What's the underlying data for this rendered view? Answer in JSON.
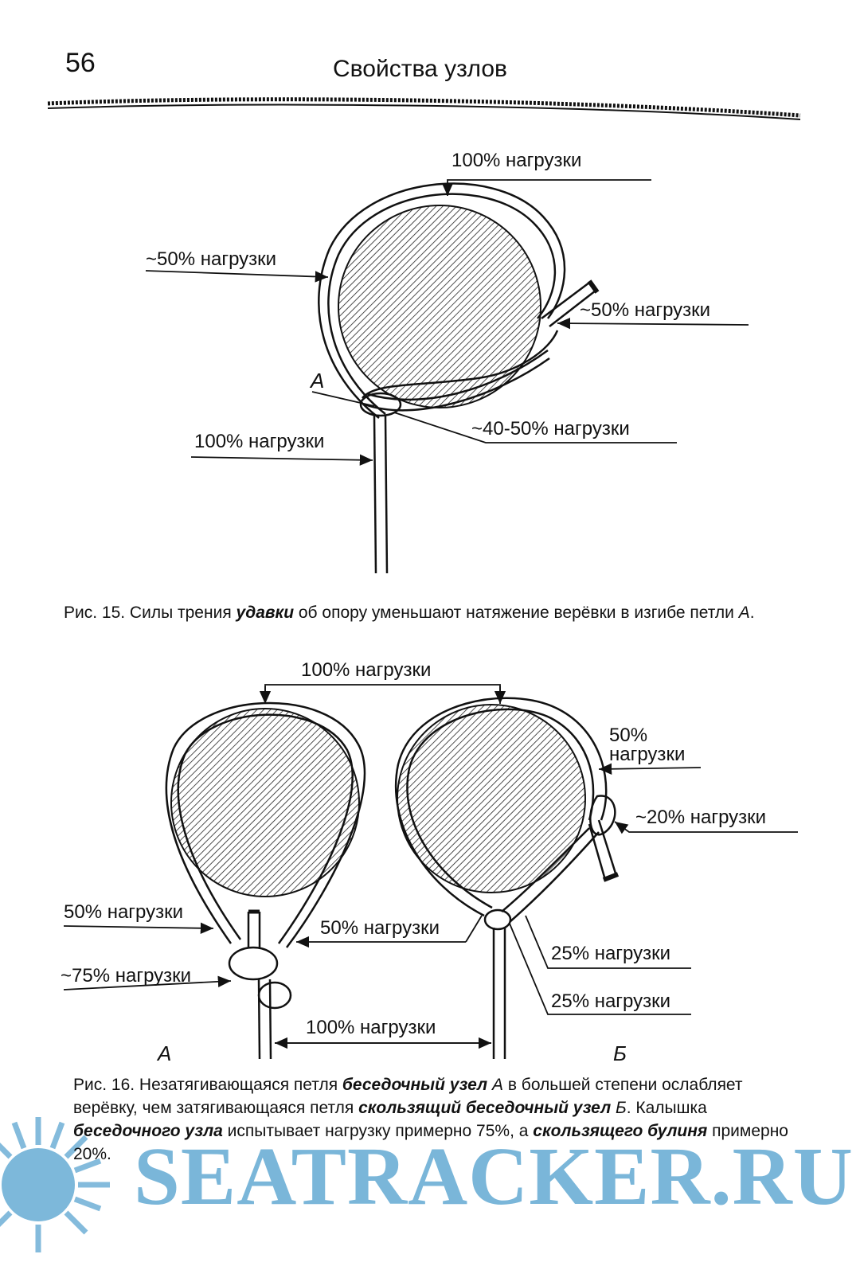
{
  "header": {
    "page_number": "56",
    "running_head": "Свойства узлов"
  },
  "fig15": {
    "label_top": "100% нагрузки",
    "label_left": "~50% нагрузки",
    "label_right": "~50% нагрузки",
    "label_a": "А",
    "label_knot": "~40-50% нагрузки",
    "label_stem": "100% нагрузки",
    "caption": {
      "prefix": "Рис. 15. Силы трения ",
      "bold_1": "удавки",
      "middle": " об опору уменьшают натяжение верёвки в изгибе петли ",
      "italic_a": "А",
      "end": "."
    }
  },
  "fig16": {
    "label_top": "100% нагрузки",
    "label_right_50a": "50%",
    "label_right_50b": "нагрузки",
    "label_right_20": "~20% нагрузки",
    "label_left_50": "50% нагрузки",
    "label_mid_50": "50% нагрузки",
    "label_left_75": "~75% нагрузки",
    "label_25a": "25% нагрузки",
    "label_25b": "25% нагрузки",
    "label_bottom": "100% нагрузки",
    "letter_a": "А",
    "letter_b": "Б",
    "caption": {
      "t1": "Рис. 16. Незатягивающаяся петля ",
      "b1": "беседочный узел",
      "t2": " ",
      "i1": "А",
      "t3": " в большей степени ослабляет верёвку, чем затягивающаяся петля ",
      "b2": "скользящий беседочный узел",
      "t4": " ",
      "i2": "Б",
      "t5": ". Калышка ",
      "b3": "беседочного узла",
      "t6": " испытывает нагрузку примерно 75%, а ",
      "b4": "скользящего булиня",
      "t7": " примерно 20%."
    }
  },
  "watermark": {
    "text": "SEATRACKER.RU",
    "color": "#6fb0d6"
  }
}
